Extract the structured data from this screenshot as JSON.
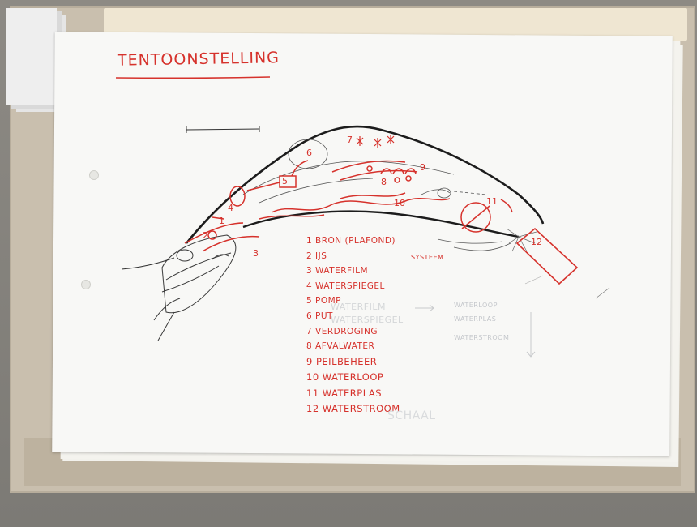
{
  "sheet": {
    "title": "TENTOONSTELLING"
  },
  "legend": {
    "items": [
      "1 BRON (PLAFOND)",
      "2 IJS",
      "3 WATERFILM",
      "4 WATERSPIEGEL",
      "5 POMP",
      "6 PUT",
      "7 VERDROGING",
      "8 AFVALWATER",
      "9 PEILBEHEER",
      "10 WATERLOOP",
      "11 WATERPLAS",
      "12 WATERSTROOM"
    ],
    "system_label": "SYSTEEM"
  },
  "faint_text": {
    "waterloop": "WATERLOOP",
    "waterplas": "WATERPLAS",
    "waterstroom": "WATERSTROOM",
    "waterfilm": "WATERFILM",
    "waterspiegel": "WATERSPIEGEL",
    "bottom": "SCHAAL"
  },
  "diagram_numbers": [
    "1",
    "2",
    "3",
    "4",
    "5",
    "6",
    "7",
    "8",
    "9",
    "10",
    "11",
    "12"
  ],
  "colors": {
    "red_ink": "#d6322c",
    "pencil": "#2a2a2a",
    "paper": "#f8f8f6",
    "box": "#c9bfae"
  }
}
